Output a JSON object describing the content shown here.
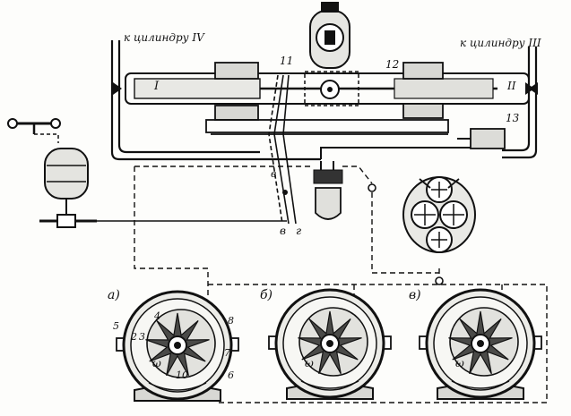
{
  "labels": {
    "cyl_left": "к цилиндру IV",
    "cyl_right": "к цилиндру III",
    "num_11": "11",
    "num_12": "12",
    "num_13": "13",
    "roman_1": "I",
    "roman_2": "II",
    "letter_v": "в",
    "letter_g1": "в",
    "letter_g2": "г",
    "panel_a": "а)",
    "panel_b": "б)",
    "panel_c": "в)",
    "num_5": "5",
    "num_4": "4",
    "num_2": "2",
    "num_3": "3",
    "num_8": "8",
    "num_7": "7",
    "num_6": "6",
    "num_10": "10",
    "omega_a": "ω",
    "omega_b": "ω",
    "omega_c": "ω"
  }
}
